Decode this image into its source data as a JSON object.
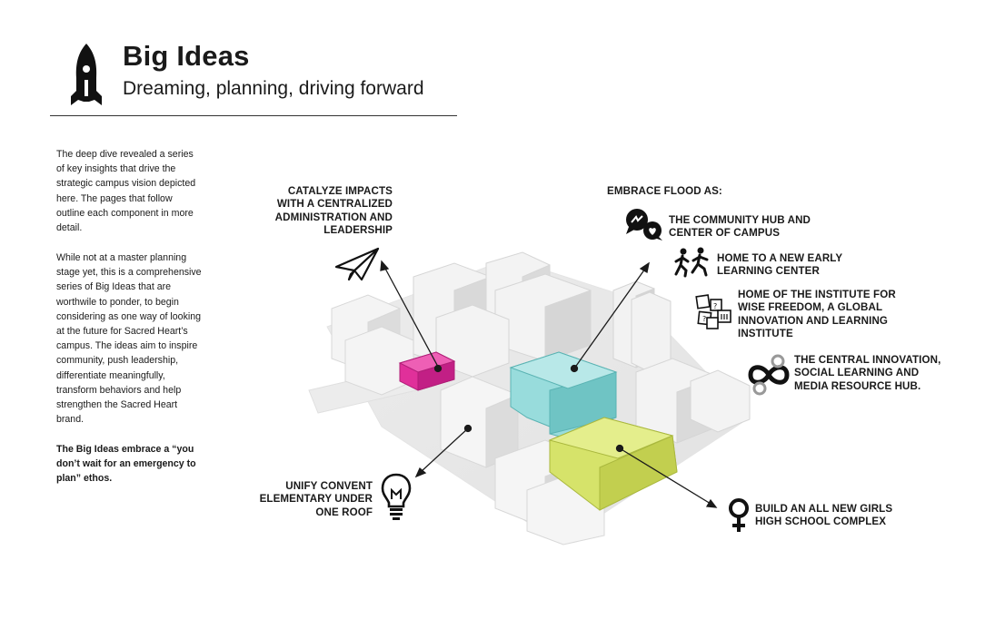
{
  "header": {
    "title": "Big Ideas",
    "subtitle": "Dreaming, planning, driving forward"
  },
  "intro": {
    "paragraph1": [
      "The deep dive revealed a series",
      "of key insights that drive the",
      "strategic campus vision depicted",
      "here. The pages that follow",
      "outline each component in more",
      "detail."
    ],
    "paragraph2": [
      "While not at a master planning",
      "stage yet, this is a comprehensive",
      "series of Big Ideas that are",
      "worthwile to ponder, to begin",
      "considering as one way of looking",
      "at the future for Sacred Heart’s",
      "campus. The ideas aim to inspire",
      "community, push leadership,",
      "differentiate meaningfully,",
      "transform behaviors and help",
      "strengthen the Sacred Heart",
      "brand."
    ],
    "paragraph3": [
      "The Big Ideas embrace a “you",
      "don’t wait for an emergency to",
      "plan” ethos."
    ]
  },
  "callouts": {
    "catalyze": [
      "CATALYZE IMPACTS",
      "WITH A CENTRALIZED",
      "ADMINISTRATION AND",
      "LEADERSHIP"
    ],
    "flood_heading": "EMBRACE FLOOD AS:",
    "flood_items": [
      {
        "lines": [
          "THE COMMUNITY HUB AND",
          "CENTER OF CAMPUS"
        ],
        "icon": "chat-bubbles-icon"
      },
      {
        "lines": [
          "HOME TO A NEW EARLY",
          "LEARNING CENTER"
        ],
        "icon": "running-children-icon"
      },
      {
        "lines": [
          "HOME OF THE INSTITUTE FOR",
          "WISE FREEDOM, A GLOBAL",
          "INNOVATION AND LEARNING",
          "INSTITUTE"
        ],
        "icon": "sticky-notes-icon"
      },
      {
        "lines": [
          "THE CENTRAL INNOVATION,",
          "SOCIAL LEARNING AND",
          "MEDIA RESOURCE HUB."
        ],
        "icon": "infinity-icon"
      }
    ],
    "unify": [
      "UNIFY CONVENT",
      "ELEMENTARY UNDER",
      "ONE ROOF"
    ],
    "girls": [
      "BUILD AN ALL NEW GIRLS",
      "HIGH SCHOOL COMPLEX"
    ]
  },
  "colors": {
    "magenta_block": "#e0309a",
    "teal_block": "#86d4d4",
    "lime_block": "#d6e36a",
    "building_light": "#f2f2f2",
    "building_side": "#d9d9d9",
    "ink": "#1a1a1a"
  }
}
